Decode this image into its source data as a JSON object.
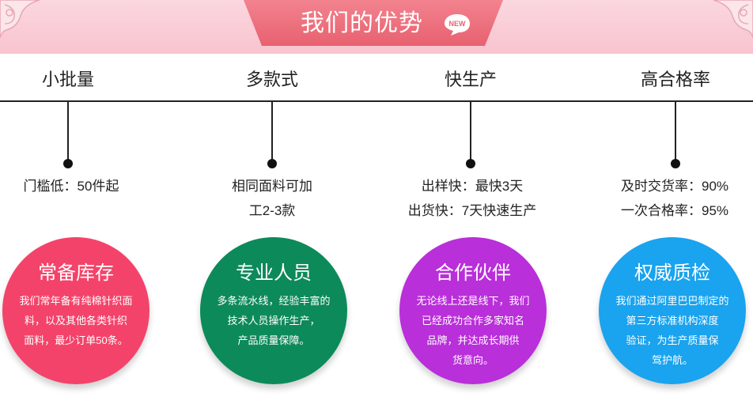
{
  "banner": {
    "title": "我们的优势",
    "badge": "NEW",
    "colors": {
      "background": "#f8c3cf",
      "tab": "#e8616f"
    }
  },
  "features": [
    {
      "headline": "小批量",
      "details": [
        "门槛低：50件起"
      ],
      "circle": {
        "title": "常备库存",
        "body": [
          "我们常年备有纯棉针织面",
          "料，以及其他各类针织",
          "面料，最少订单50条。"
        ],
        "color": "#f4436a"
      }
    },
    {
      "headline": "多款式",
      "details": [
        "相同面料可加",
        "工2-3款"
      ],
      "circle": {
        "title": "专业人员",
        "body": [
          "多条流水线，经验丰富的",
          "技术人员操作生产，",
          "产品质量保障。"
        ],
        "color": "#0d8a5a"
      }
    },
    {
      "headline": "快生产",
      "details": [
        "出样快：最快3天",
        "出货快：7天快速生产"
      ],
      "circle": {
        "title": "合作伙伴",
        "body": [
          "无论线上还是线下，我们",
          "已经成功合作多家知名",
          "品牌，并达成长期供",
          "货意向。"
        ],
        "color": "#b92fd9"
      }
    },
    {
      "headline": "高合格率",
      "details": [
        "及时交货率：90%",
        "一次合格率：95%"
      ],
      "circle": {
        "title": "权威质检",
        "body": [
          "我们通过阿里巴巴制定的",
          "第三方标准机构深度",
          "验证，为生产质量保",
          "驾护航。"
        ],
        "color": "#1aa3ee"
      }
    }
  ]
}
